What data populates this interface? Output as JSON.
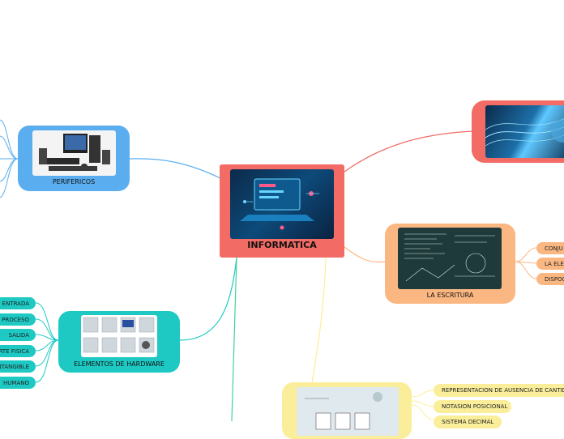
{
  "central": {
    "title": "INFORMATICA"
  },
  "branches": {
    "perifericos": {
      "label": "PERIFERICOS"
    },
    "hardware": {
      "label": "ELEMENTOS DE HARDWARE",
      "items": [
        "ENTRADA",
        "PROCESO",
        "SALIDA",
        "ARTE FISICA",
        "NTANGIBLE",
        "HUMANO"
      ]
    },
    "escritura": {
      "label": "LA ESCRITURA",
      "items": [
        "CONJU",
        "LA ELEC",
        "DISPOC"
      ]
    },
    "numeracion": {
      "items": [
        "REPRESENTACION DE AUSENCIA DE CANTIDA",
        "NOTASION POSICIONAL",
        "SISTEMA DECIMAL"
      ]
    }
  },
  "colors": {
    "central": "#f26b64",
    "perifericos": "#5aaef0",
    "hardware": "#1ec9c4",
    "escritura": "#fbb782",
    "numeracion": "#fbee9a",
    "technology": "#f26b64"
  }
}
